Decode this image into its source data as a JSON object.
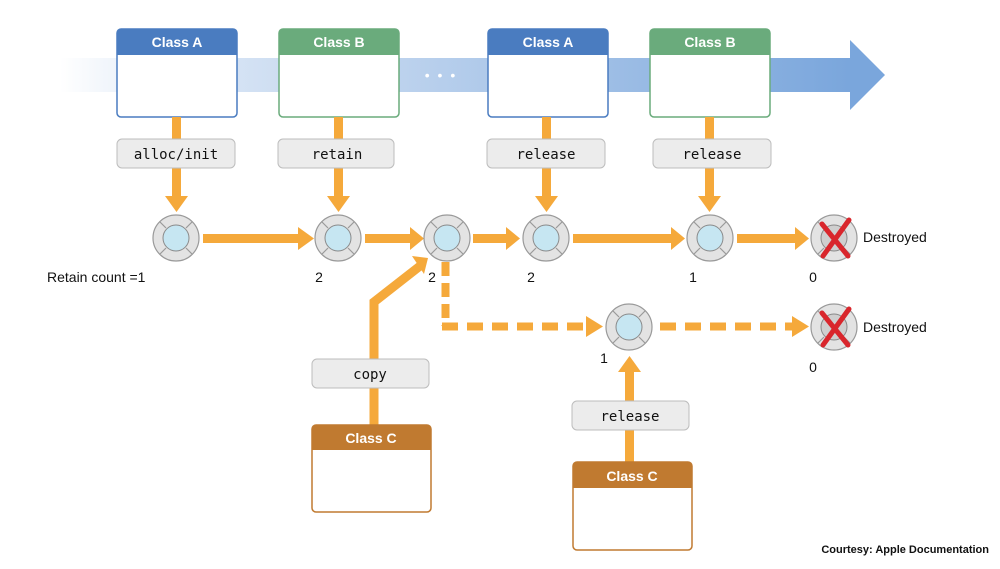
{
  "colors": {
    "class_a": "#4a7cc0",
    "class_b": "#6aab7c",
    "class_c": "#c07a30",
    "arrow": "#f5a93b",
    "timeline": "#8fb3e0",
    "node_fill": "#c6e6f2",
    "node_ring": "#d0d0d0",
    "method_fill": "#ececec",
    "destroyed_x": "#d9262c"
  },
  "timeline": {
    "ellipsis": "• • •"
  },
  "classes": {
    "class_a_1": "Class A",
    "class_b_1": "Class B",
    "class_a_2": "Class A",
    "class_b_2": "Class B",
    "class_c_1": "Class C",
    "class_c_2": "Class C"
  },
  "methods": {
    "alloc_init": "alloc/init",
    "retain": "retain",
    "release_1": "release",
    "release_2": "release",
    "copy": "copy",
    "release_3": "release"
  },
  "counts": {
    "first": "Retain count =1",
    "second": "2",
    "third": "2",
    "fourth": "2",
    "fifth": "1",
    "end_main": "0",
    "copy_node": "1",
    "end_copy": "0"
  },
  "destroyed": {
    "main": "Destroyed",
    "copy": "Destroyed"
  },
  "credit": "Courtesy: Apple Documentation"
}
